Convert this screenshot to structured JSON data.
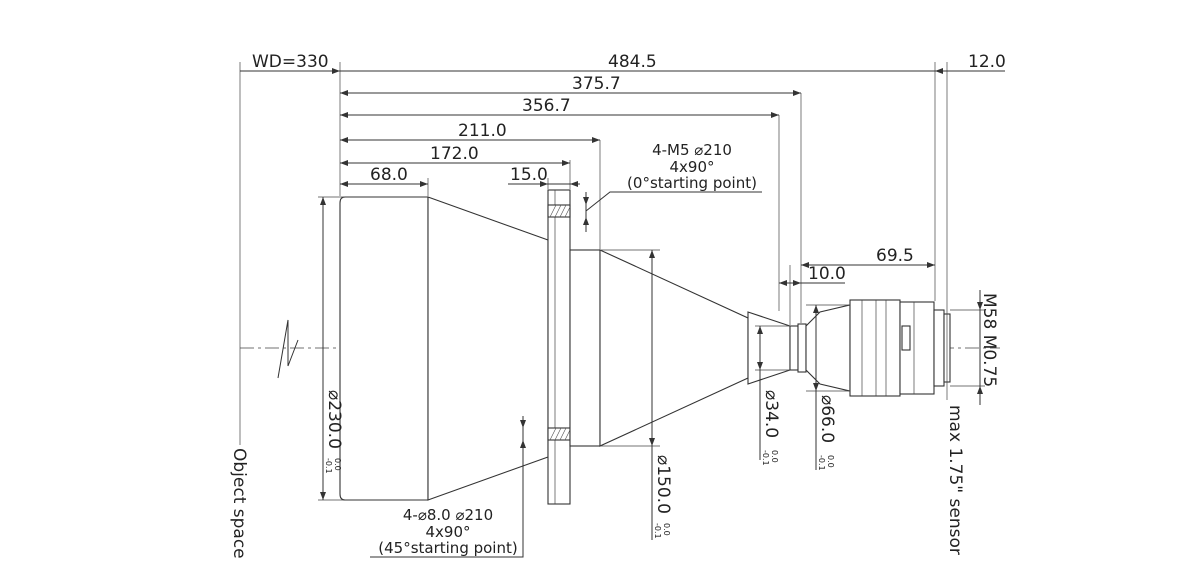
{
  "dimensions": {
    "working_distance": "WD=330",
    "total_length": "484.5",
    "sensor_offset": "12.0",
    "length_375": "375.7",
    "length_356": "356.7",
    "length_211": "211.0",
    "length_172": "172.0",
    "length_68": "68.0",
    "flange_thickness": "15.0",
    "small_step": "10.0",
    "rear_length": "69.5"
  },
  "diameters": {
    "front": "⌀230.0",
    "flange_cone": "⌀150.0",
    "neck": "⌀34.0",
    "rear": "⌀66.0",
    "tolerance_upper": "0.0",
    "tolerance_lower": "-0.1"
  },
  "thread": "M58 M0.75",
  "notes": {
    "tap_holes": [
      "4-M5 ⌀210",
      "4x90°",
      "(0°starting point)"
    ],
    "through_holes": [
      "4-⌀8.0  ⌀210",
      "4x90°",
      "(45°starting point)"
    ]
  },
  "labels": {
    "object_space": "Object space",
    "sensor": "max 1.75\" sensor"
  }
}
